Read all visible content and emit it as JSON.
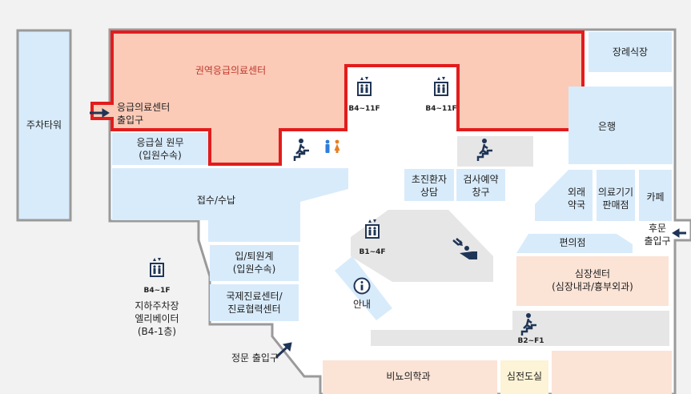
{
  "colors": {
    "background": "#f2f2f2",
    "building_fill": "#ffffff",
    "building_stroke": "#9a9a9a",
    "blue_area": "#d8ebfb",
    "emergency_fill": "#fbcbb8",
    "emergency_stroke": "#e31c1c",
    "orange_area": "#fbe3d6",
    "yellow_area": "#fdf3d6",
    "gray_area": "#e6e6e6",
    "icon_navy": "#1f3556",
    "women": "#e67e22",
    "men": "#2f7ddb"
  },
  "labels": {
    "parking_tower": "주차타워",
    "emergency_center": "권역응급의료센터",
    "emergency_entrance": [
      "응급의료센터",
      "출입구"
    ],
    "emergency_admin": [
      "응급실 원무",
      "(입원수속)"
    ],
    "funeral_hall": "장례식장",
    "bank": "은행",
    "pharmacy": [
      "외래",
      "약국"
    ],
    "medical_store": [
      "의료기기",
      "판매점"
    ],
    "cafe": "카페",
    "first_visit": [
      "초진환자",
      "상담"
    ],
    "exam_booking": [
      "검사예약",
      "창구"
    ],
    "reception": "접수/수납",
    "admission": [
      "입/퇴원계",
      "(입원수속)"
    ],
    "intl_center": [
      "국제진료센터/",
      "진료협력센터"
    ],
    "info": "안내",
    "convenience": "편의점",
    "rear_entrance": [
      "후문",
      "출입구"
    ],
    "heart_center": [
      "심장센터",
      "(심장내과/흉부외과)"
    ],
    "urology": "비뇨의학과",
    "ecg": "심전도실",
    "parking_elevator": [
      "지하주차장",
      "엘리베이터",
      "(B4-1층)"
    ],
    "main_entrance": "정문 출입구"
  },
  "elevators": {
    "em_left": "B4~11F",
    "em_right": "B4~11F",
    "center": "B1~4F",
    "parking": "B4~1F"
  },
  "stairs": {
    "bottom_right": "B2~F1"
  },
  "icons": [
    "elevator-icon",
    "stairs-icon",
    "restroom-icon",
    "escalator-icon",
    "info-icon",
    "entrance-arrow-icon"
  ]
}
